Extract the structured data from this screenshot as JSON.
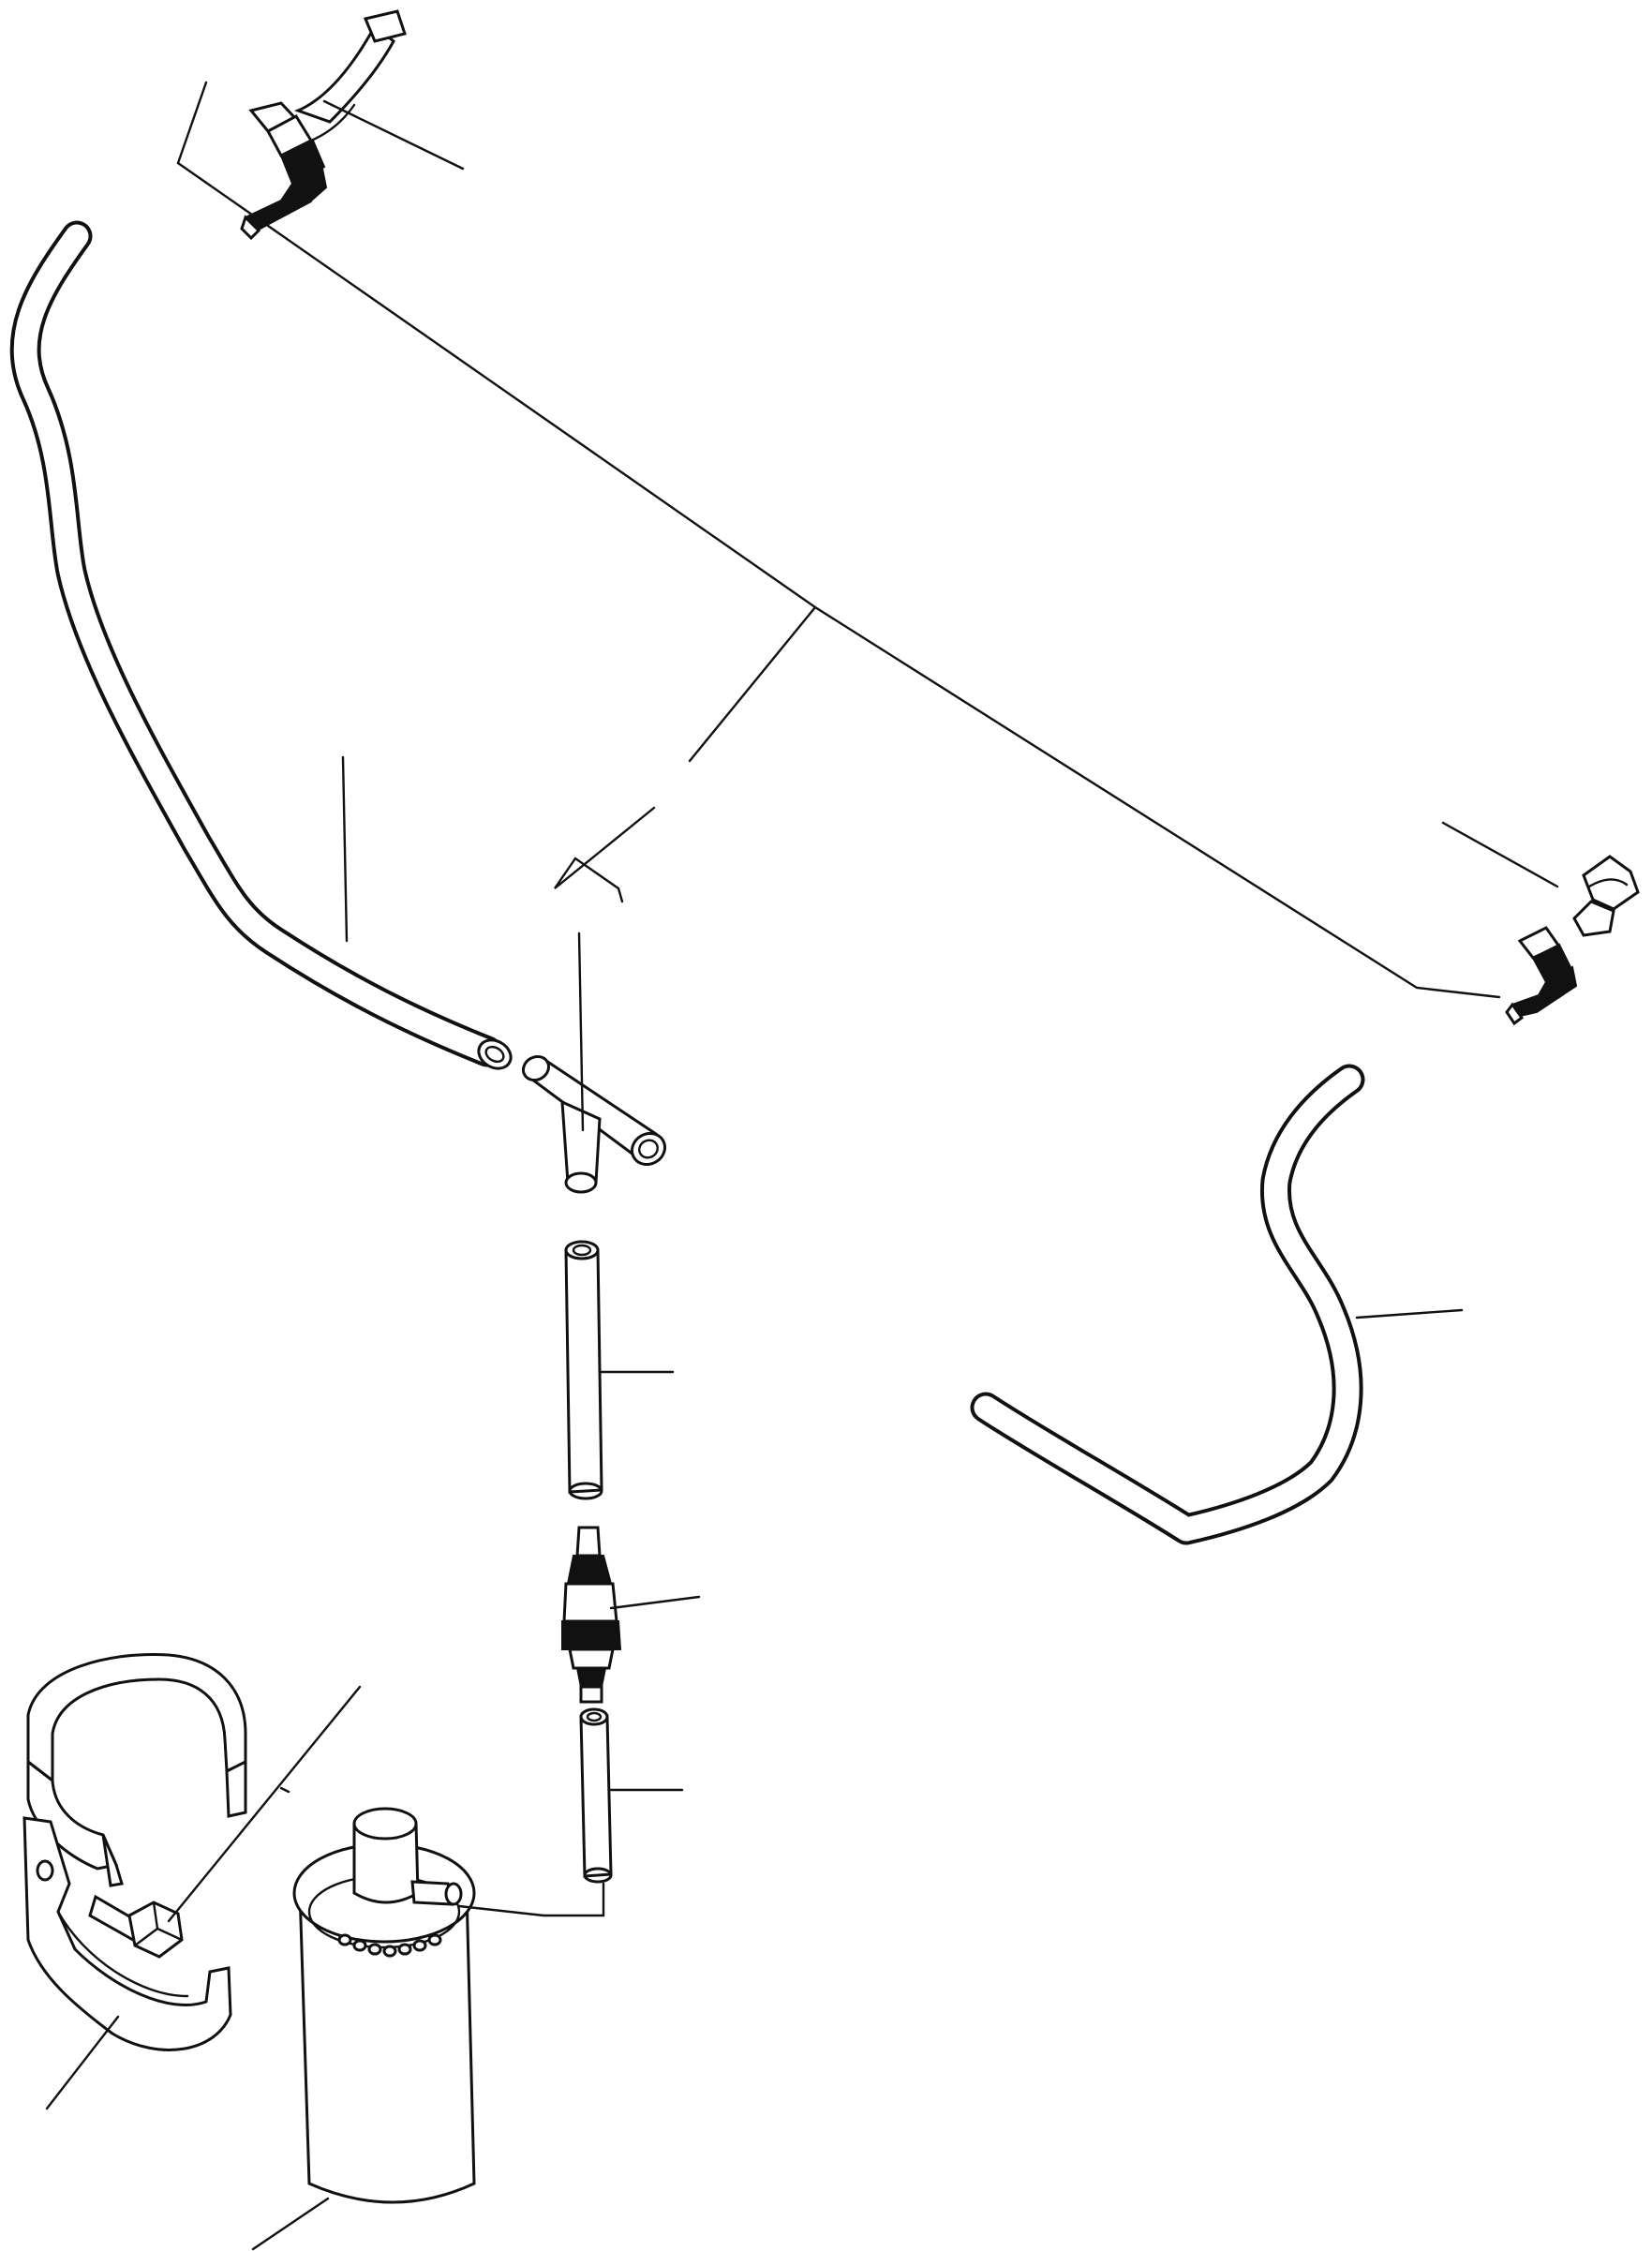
{
  "diagram": {
    "parts": [
      {
        "id": "washer-nozzle-left",
        "icon": "nozzle-icon"
      },
      {
        "id": "washer-nozzle-right",
        "icon": "nozzle-icon"
      },
      {
        "id": "hose-long-left",
        "icon": "hose-icon"
      },
      {
        "id": "hose-curved-right",
        "icon": "hose-icon"
      },
      {
        "id": "tee-joint",
        "icon": "tee-fitting-icon"
      },
      {
        "id": "hose-short-upper",
        "icon": "tube-icon"
      },
      {
        "id": "check-valve",
        "icon": "valve-icon"
      },
      {
        "id": "hose-short-lower",
        "icon": "tube-icon"
      },
      {
        "id": "washer-pump",
        "icon": "pump-icon"
      },
      {
        "id": "mounting-band",
        "icon": "band-clamp-icon"
      },
      {
        "id": "bracket",
        "icon": "bracket-icon"
      },
      {
        "id": "bolt",
        "icon": "bolt-icon"
      }
    ],
    "line_color": "#111111",
    "background": "#ffffff"
  }
}
